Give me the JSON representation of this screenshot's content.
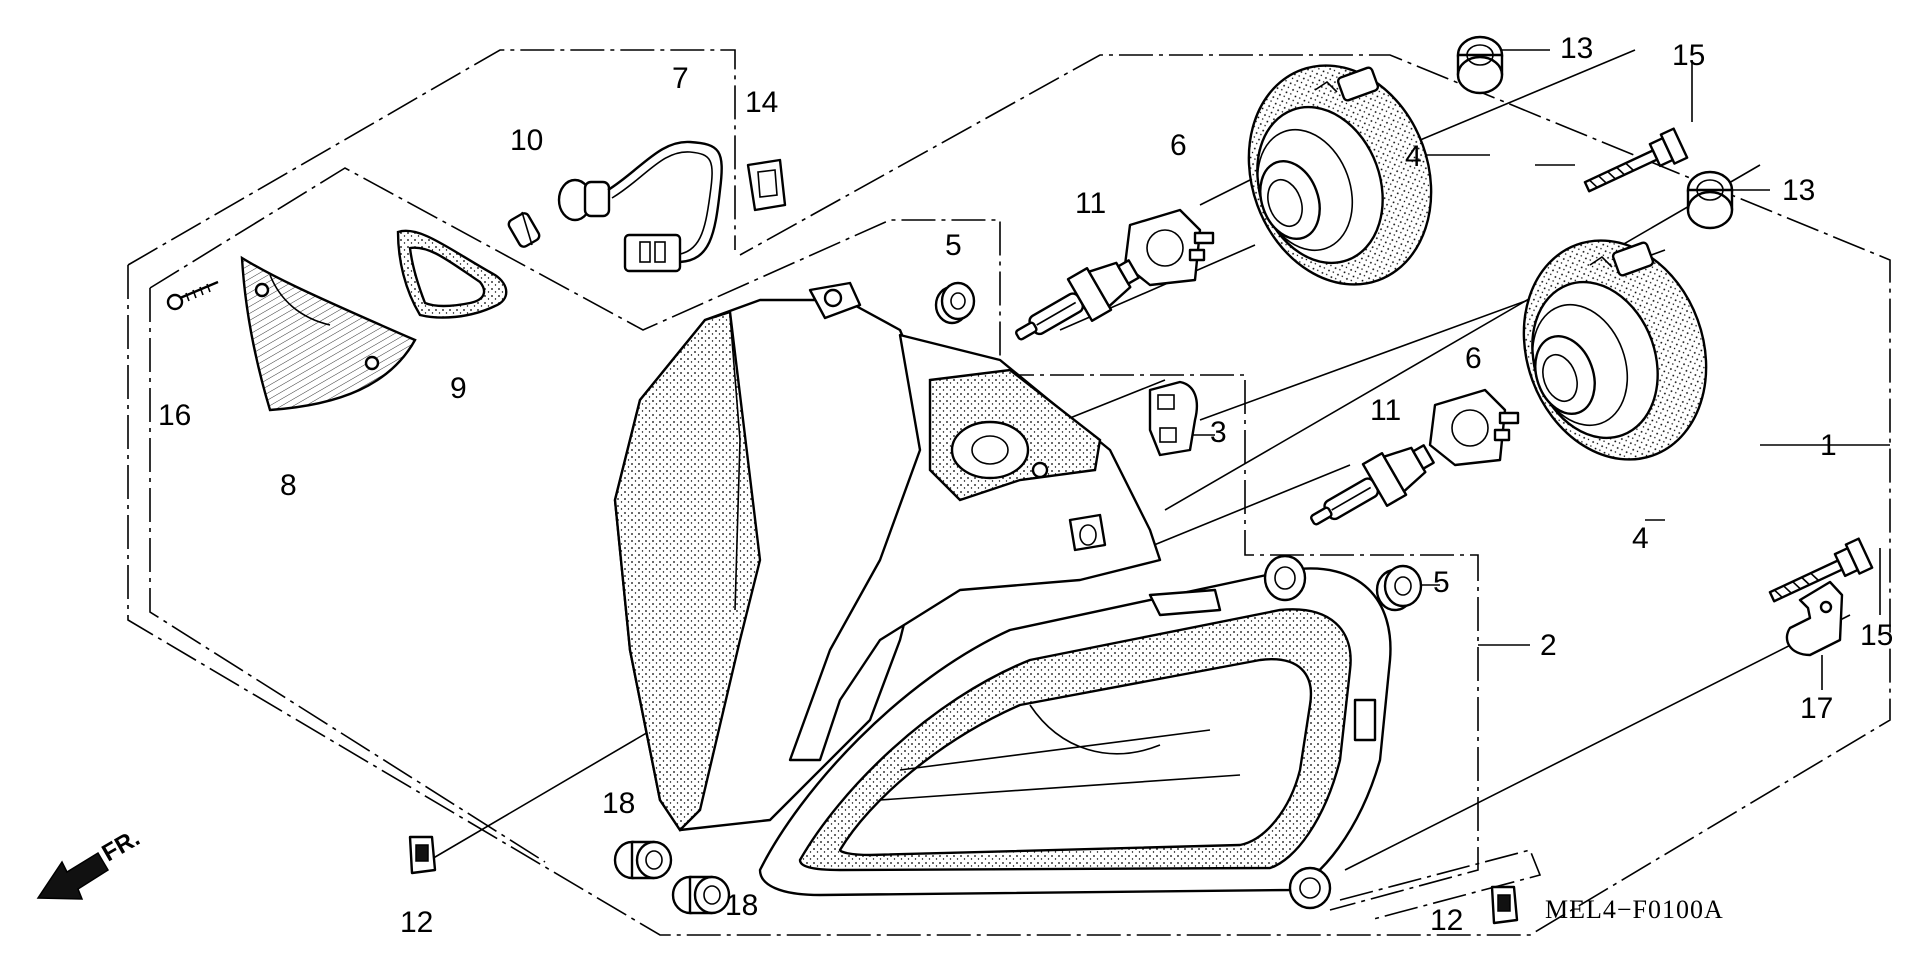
{
  "diagram_code": "MEL4−F0100A",
  "direction_label": "FR.",
  "callouts": {
    "p1": "1",
    "p2": "2",
    "p3": "3",
    "p4_upper": "4",
    "p4_lower": "4",
    "p5_upper": "5",
    "p5_lower": "5",
    "p6_upper": "6",
    "p6_lower": "6",
    "p7": "7",
    "p8": "8",
    "p9": "9",
    "p10": "10",
    "p11_upper": "11",
    "p11_lower": "11",
    "p12_left": "12",
    "p12_right": "12",
    "p13_upper": "13",
    "p13_lower": "13",
    "p14": "14",
    "p15_upper": "15",
    "p15_lower": "15",
    "p16": "16",
    "p17": "17",
    "p18_upper": "18",
    "p18_lower": "18"
  }
}
